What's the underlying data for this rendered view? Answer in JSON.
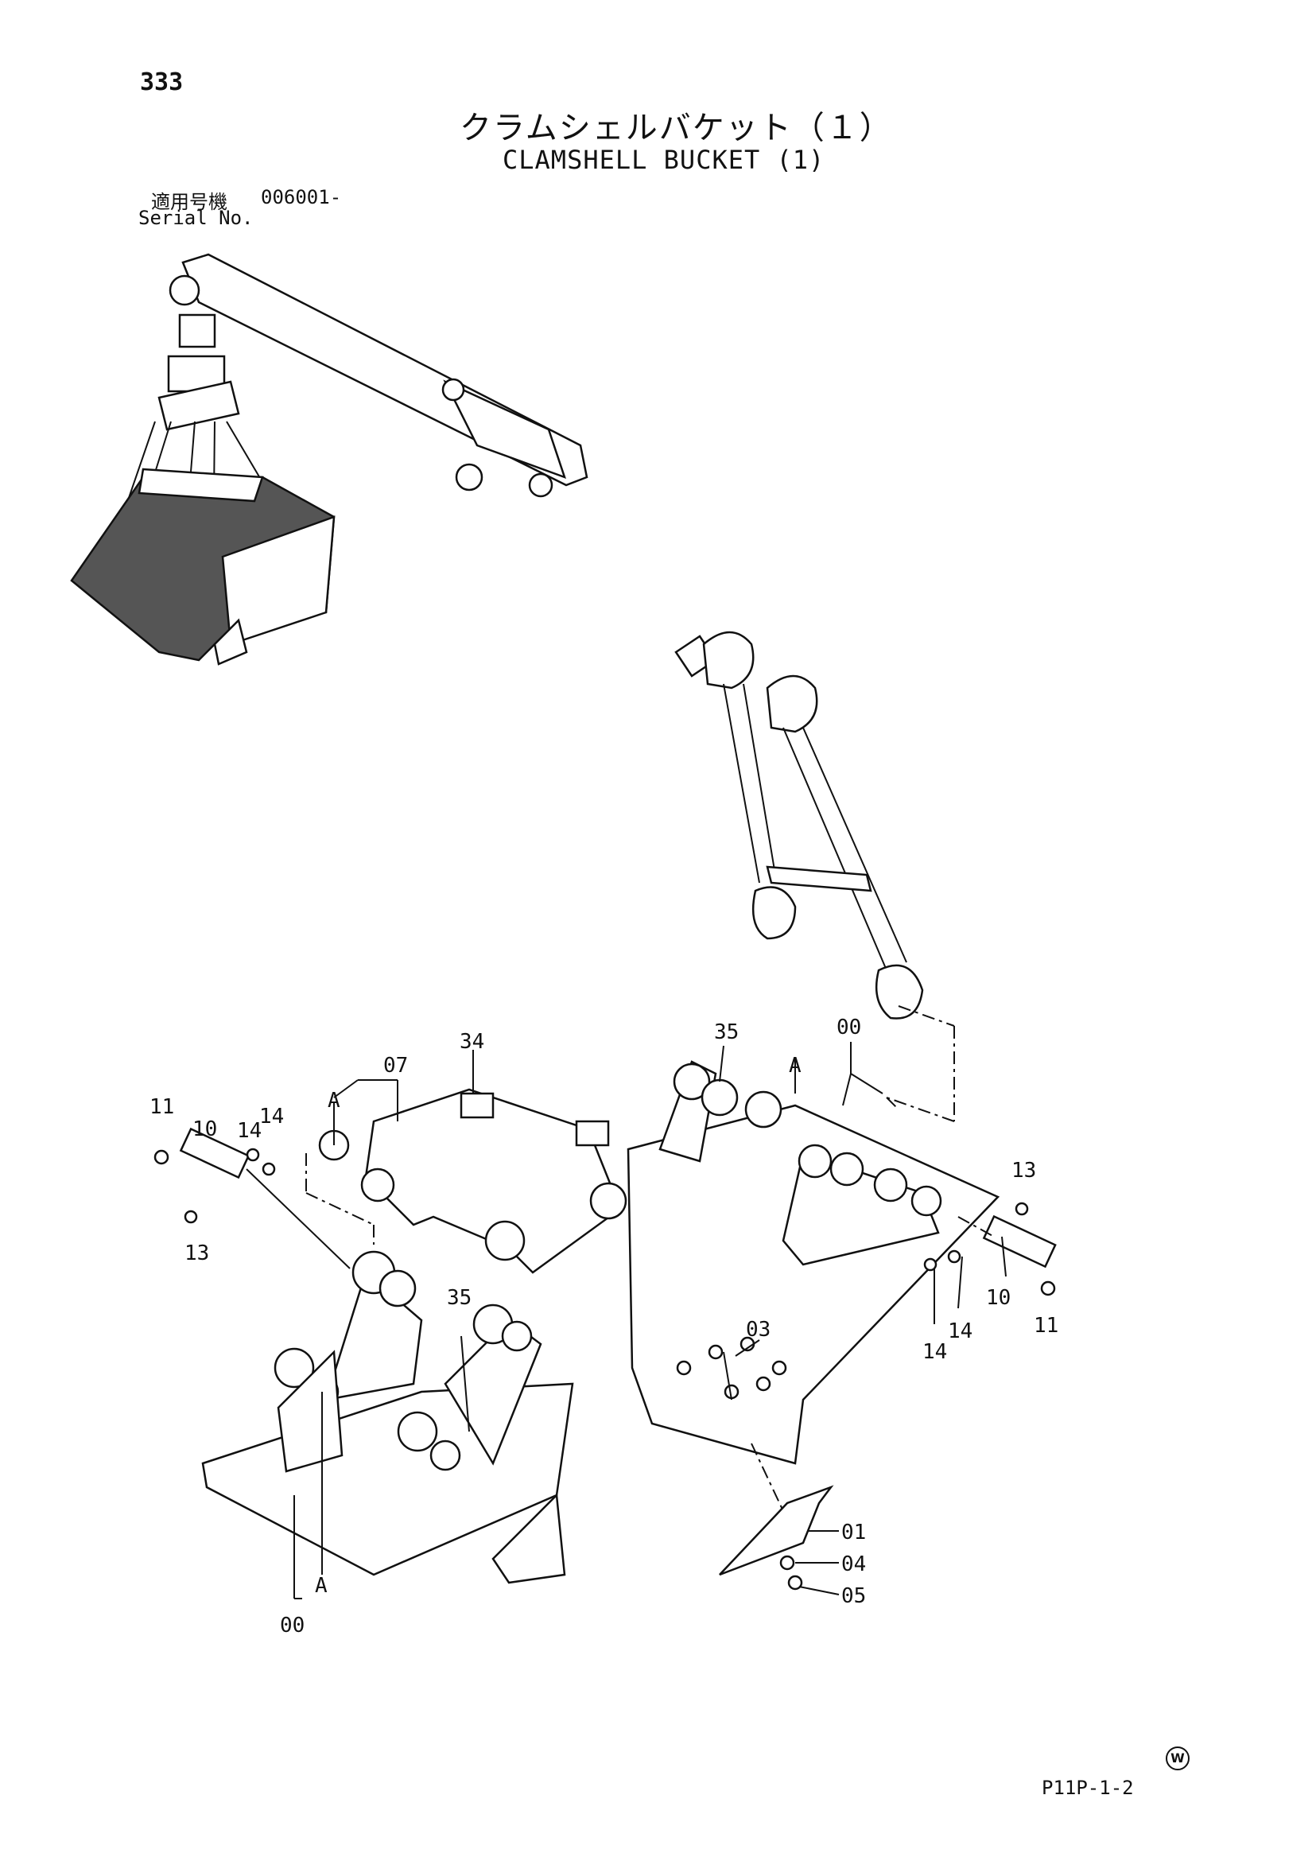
{
  "page_number": "333",
  "title_ja": "クラムシェルバケット（１）",
  "title_en": "CLAMSHELL BUCKET (1)",
  "serial": {
    "label_ja": "適用号機",
    "value": "006001-",
    "label_en": "Serial No."
  },
  "callouts": {
    "c00_right": "00",
    "c00_left": "00",
    "c01": "01",
    "c03": "03",
    "c04": "04",
    "c05": "05",
    "c07": "07",
    "c10_left": "10",
    "c10_right": "10",
    "c11_left": "11",
    "c11_right": "11",
    "c13_left": "13",
    "c13_right_top": "13",
    "c14_left_a": "14",
    "c14_left_b": "14",
    "c14_right_a": "14",
    "c14_right_b": "14",
    "c34": "34",
    "c35_top": "35",
    "c35_lower": "35",
    "a_top": "A",
    "a_right": "A",
    "a_lower": "A"
  },
  "footer": {
    "mark": "W",
    "ref_code": "P11P-1-2"
  }
}
